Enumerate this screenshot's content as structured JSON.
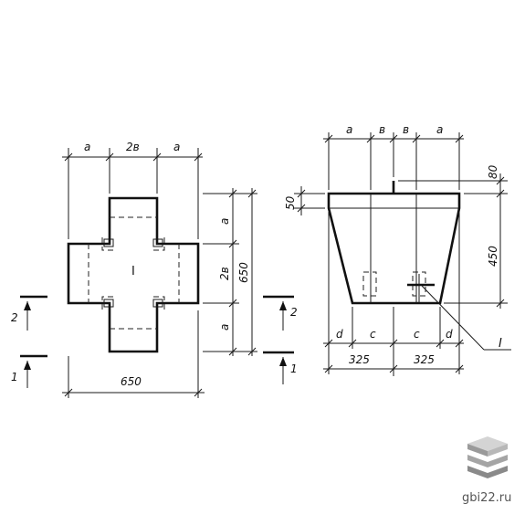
{
  "plan": {
    "dim_a_left": "a",
    "dim_2b": "2в",
    "dim_a_right": "a",
    "dim_a_upper": "a",
    "dim_2b_vert": "2в",
    "dim_a_lower": "a",
    "dim_650_vert": "650",
    "dim_650_horiz": "650",
    "center_mark": "I"
  },
  "elevation": {
    "dim_a_left": "a",
    "dim_b_left": "в",
    "dim_b_right": "в",
    "dim_a_right": "a",
    "dim_80": "80",
    "dim_50": "50",
    "dim_450": "450",
    "dim_d_left": "d",
    "dim_c_left": "c",
    "dim_c_right": "c",
    "dim_d_right": "d",
    "dim_325_left": "325",
    "dim_325_right": "325",
    "callout": "I"
  },
  "section_marks": {
    "left_upper": "2",
    "left_lower": "1",
    "right_upper": "2",
    "right_lower": "1"
  },
  "watermark": {
    "text": "gbi22.ru"
  },
  "colors": {
    "line": "#111111",
    "background": "#ffffff",
    "logo_light": "#c8c8c8",
    "logo_dark": "#8a8a8a"
  }
}
